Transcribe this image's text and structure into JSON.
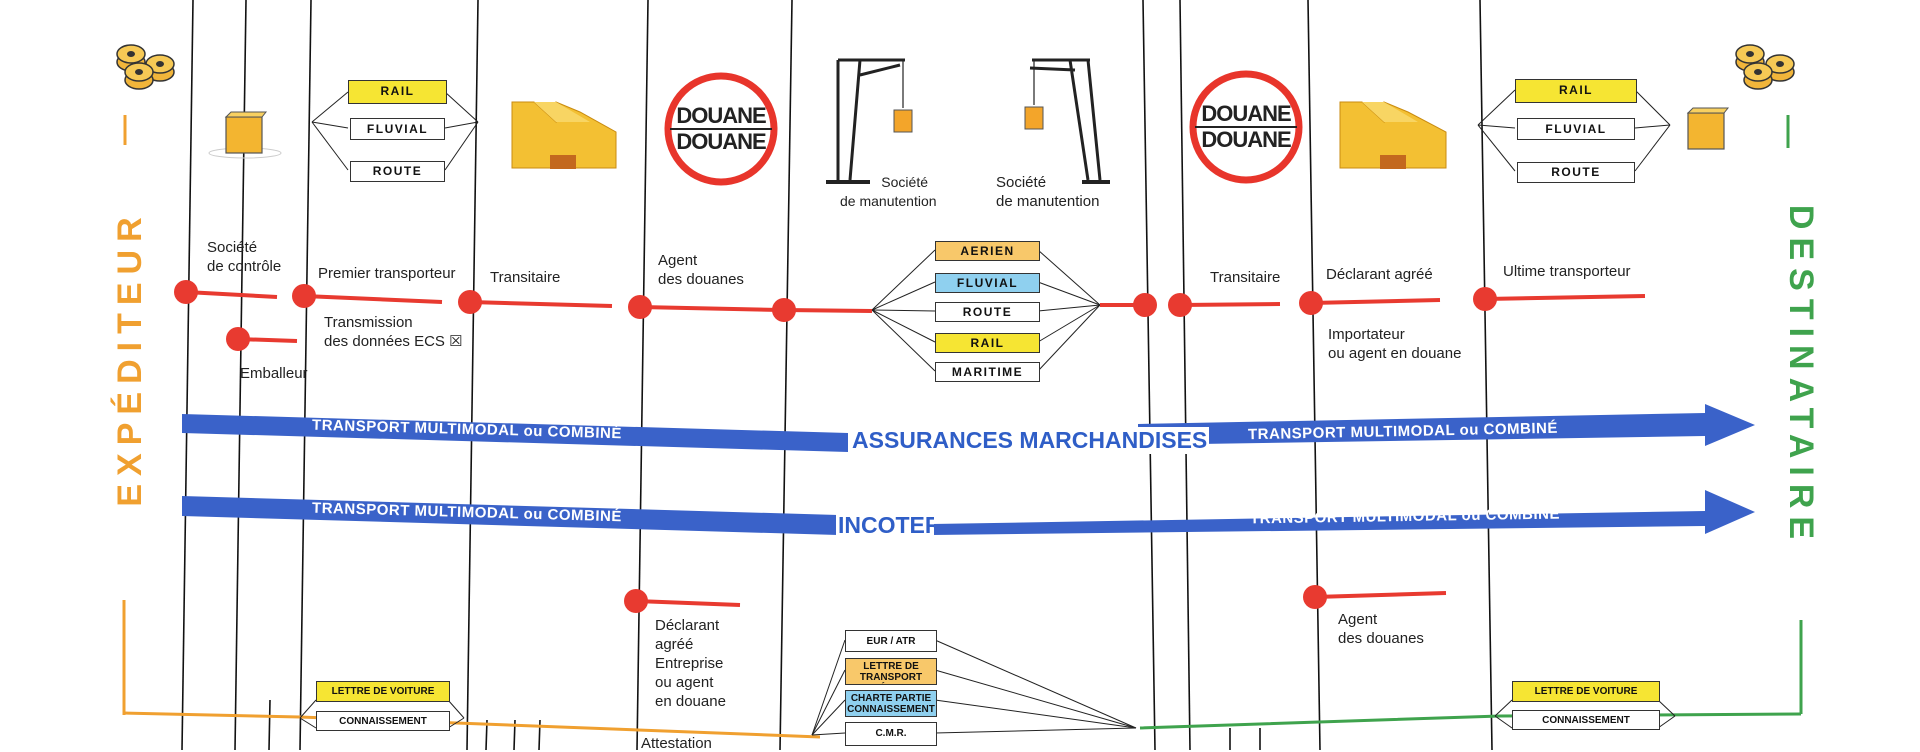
{
  "left_actor": "EXPÉDITEUR",
  "right_actor": "DESTINATAIRE",
  "colors": {
    "expediteur": "#f0a030",
    "destinataire": "#3fa34d",
    "actor_line": "#e83a30",
    "arrow": "#3a62c9",
    "yellow": "#f6e533",
    "blue_band": "#8fd0ef",
    "orange_band": "#f8c86a",
    "customs_red": "#e8352b",
    "building": "#f3c033"
  },
  "transport_modes_left": [
    "RAIL",
    "FLUVIAL",
    "ROUTE"
  ],
  "transport_modes_right": [
    "RAIL",
    "FLUVIAL",
    "ROUTE"
  ],
  "transport_modes_center": [
    "AERIEN",
    "FLUVIAL",
    "ROUTE",
    "RAIL",
    "MARITIME"
  ],
  "customs_stamp": {
    "line1": "DOUANE",
    "line2": "DOUANE"
  },
  "actors": {
    "societe_controle": [
      "Société",
      "de contrôle"
    ],
    "emballeur": "Emballeur",
    "premier_transporteur": "Premier transporteur",
    "transmission_ecs": [
      "Transmission",
      "des données ECS ☒"
    ],
    "transitaire_left": "Transitaire",
    "agent_douanes_left": [
      "Agent",
      "des douanes"
    ],
    "manutention_left": [
      "Société",
      "de manutention"
    ],
    "manutention_right": [
      "Société",
      "de manutention"
    ],
    "transitaire_right": "Transitaire",
    "declarant_agree_right": "Déclarant agréé",
    "importateur": [
      "Importateur",
      "ou agent en douane"
    ],
    "ultime_transporteur": "Ultime transporteur",
    "declarant_bottom": [
      "Déclarant",
      "agréé",
      "Entreprise",
      "ou agent",
      "en douane"
    ],
    "agent_douanes_bottom": [
      "Agent",
      "des douanes"
    ],
    "attestation": "Attestation"
  },
  "bands": {
    "row1_left": "TRANSPORT MULTIMODAL ou COMBINÉ",
    "row1_center": "ASSURANCES MARCHANDISES",
    "row1_right": "TRANSPORT MULTIMODAL ou COMBINÉ",
    "row2_left": "TRANSPORT MULTIMODAL ou COMBINÉ",
    "row2_center": "INCOTERMS",
    "row2_right": "TRANSPORT MULTIMODAL ou COMBINÉ"
  },
  "documents_left": [
    "LETTRE DE VOITURE",
    "CONNAISSEMENT"
  ],
  "documents_right": [
    "LETTRE DE VOITURE",
    "CONNAISSEMENT"
  ],
  "documents_center": [
    "EUR / ATR",
    "LETTRE DE TRANSPORT AÉRIEN",
    "CHARTE PARTIE CONNAISSEMENT",
    "C.M.R."
  ]
}
